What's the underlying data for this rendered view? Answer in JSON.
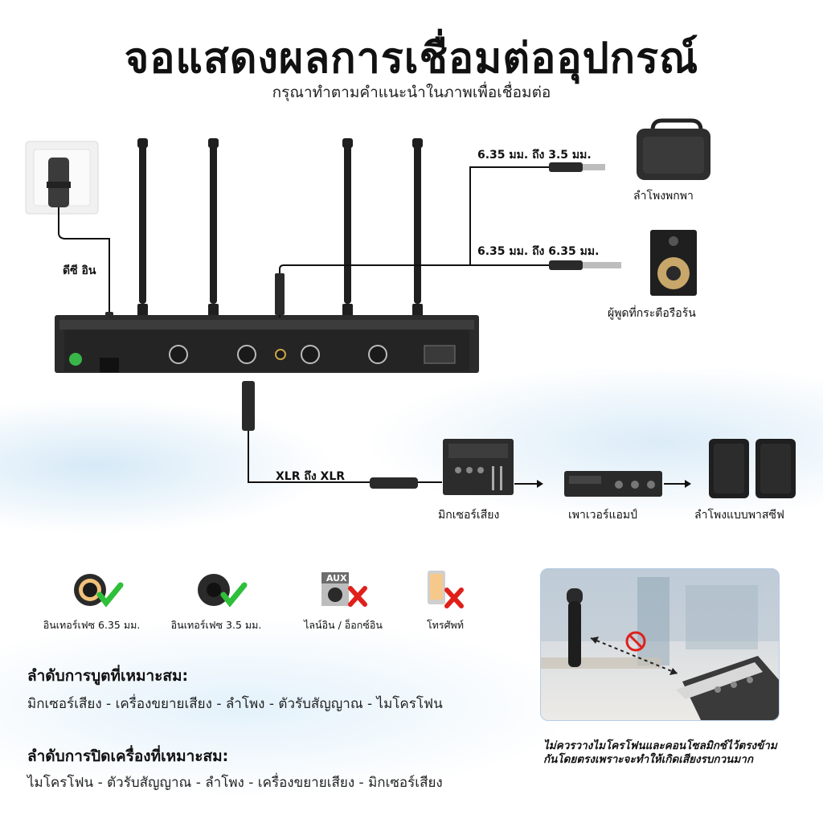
{
  "header": {
    "title": "จอแสดงผลการเชื่อมต่ออุปกรณ์",
    "subtitle": "กรุณาทำตามคำแนะนำในภาพเพื่อเชื่อมต่อ"
  },
  "connections": {
    "dc_in": "ดีซี อิน",
    "cable_35": "6.35 มม. ถึง 3.5 มม.",
    "cable_635": "6.35 มม. ถึง 6.35 มม.",
    "xlr": "XLR ถึง XLR"
  },
  "devices": {
    "portable_speaker": "ลำโพงพกพา",
    "active_speaker": "ผู้พูดที่กระตือรือร้น",
    "mixer": "มิกเซอร์เสียง",
    "power_amp": "เพาเวอร์แอมป์",
    "passive_speakers": "ลำโพงแบบพาสซีฟ"
  },
  "compatibility": [
    {
      "label": "อินเทอร์เฟซ 6.35 มม.",
      "status": "ok"
    },
    {
      "label": "อินเทอร์เฟซ 3.5 มม.",
      "status": "ok"
    },
    {
      "label": "ไลน์อิน / อ็อกซ์อิน",
      "status": "no",
      "badge": "AUX"
    },
    {
      "label": "โทรศัพท์",
      "status": "no"
    }
  ],
  "boot_order": {
    "title": "ลำดับการบูตที่เหมาะสม:",
    "text": "มิกเซอร์เสียง - เครื่องขยายเสียง - ลำโพง - ตัวรับสัญญาณ - ไมโครโฟน"
  },
  "shutdown_order": {
    "title": "ลำดับการปิดเครื่องที่เหมาะสม:",
    "text": "ไมโครโฟน - ตัวรับสัญญาณ - ลำโพง - เครื่องขยายเสียง - มิกเซอร์เสียง"
  },
  "warning": {
    "text": "ไม่ควรวางไมโครโฟนและคอนโซลมิกซ์ไว้ตรงข้ามกันโดยตรงเพราะจะทำให้เกิดเสียงรบกวนมาก"
  },
  "colors": {
    "check": "#2fbf3a",
    "cross": "#e0201b",
    "line": "#111111",
    "panel_border": "#b7cbe6"
  }
}
